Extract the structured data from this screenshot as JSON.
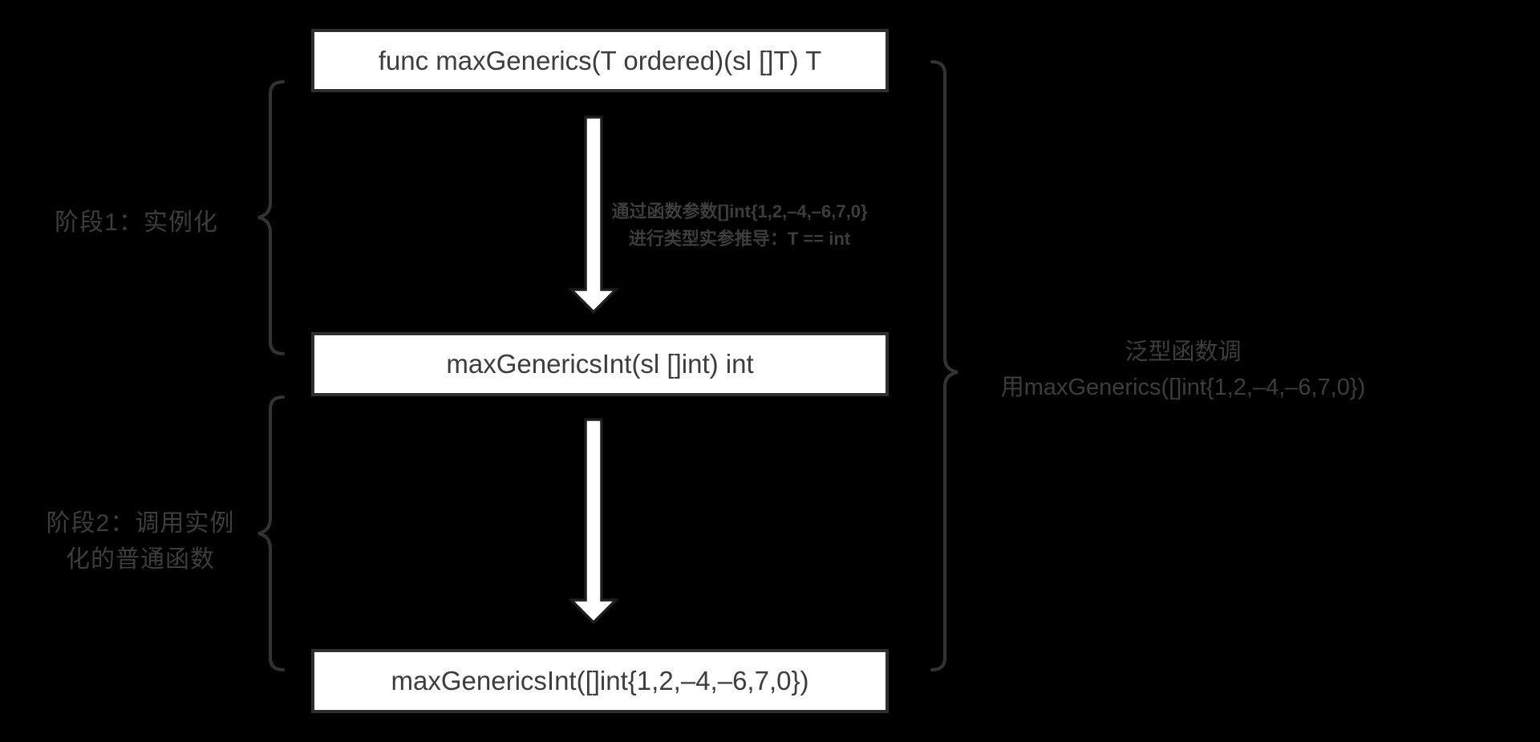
{
  "colors": {
    "background": "#000000",
    "box_fill": "#ffffff",
    "box_border": "#2e2e2e",
    "box_text": "#3d3d3d",
    "label_text": "#3d3d3d",
    "brace_stroke": "#333333",
    "arrow_fill": "#ffffff",
    "arrow_outline": "#1d1d1d"
  },
  "diagram": {
    "boxes": {
      "generic_function": "func maxGenerics(T ordered)(sl []T) T",
      "instantiated_function": "maxGenericsInt(sl []int) int",
      "call_expression": "maxGenericsInt([]int{1,2,–4,–6,7,0})"
    },
    "annotation": {
      "line1": "通过函数参数[]int{1,2,–4,–6,7,0}",
      "line2": "进行类型实参推导：T == int"
    },
    "labels": {
      "stage1": "阶段1：实例化",
      "stage2_line1": "阶段2：调用实例",
      "stage2_line2": "化的普通函数",
      "right_line1": "泛型函数调",
      "right_line2": "用maxGenerics([]int{1,2,–4,–6,7,0})"
    }
  }
}
